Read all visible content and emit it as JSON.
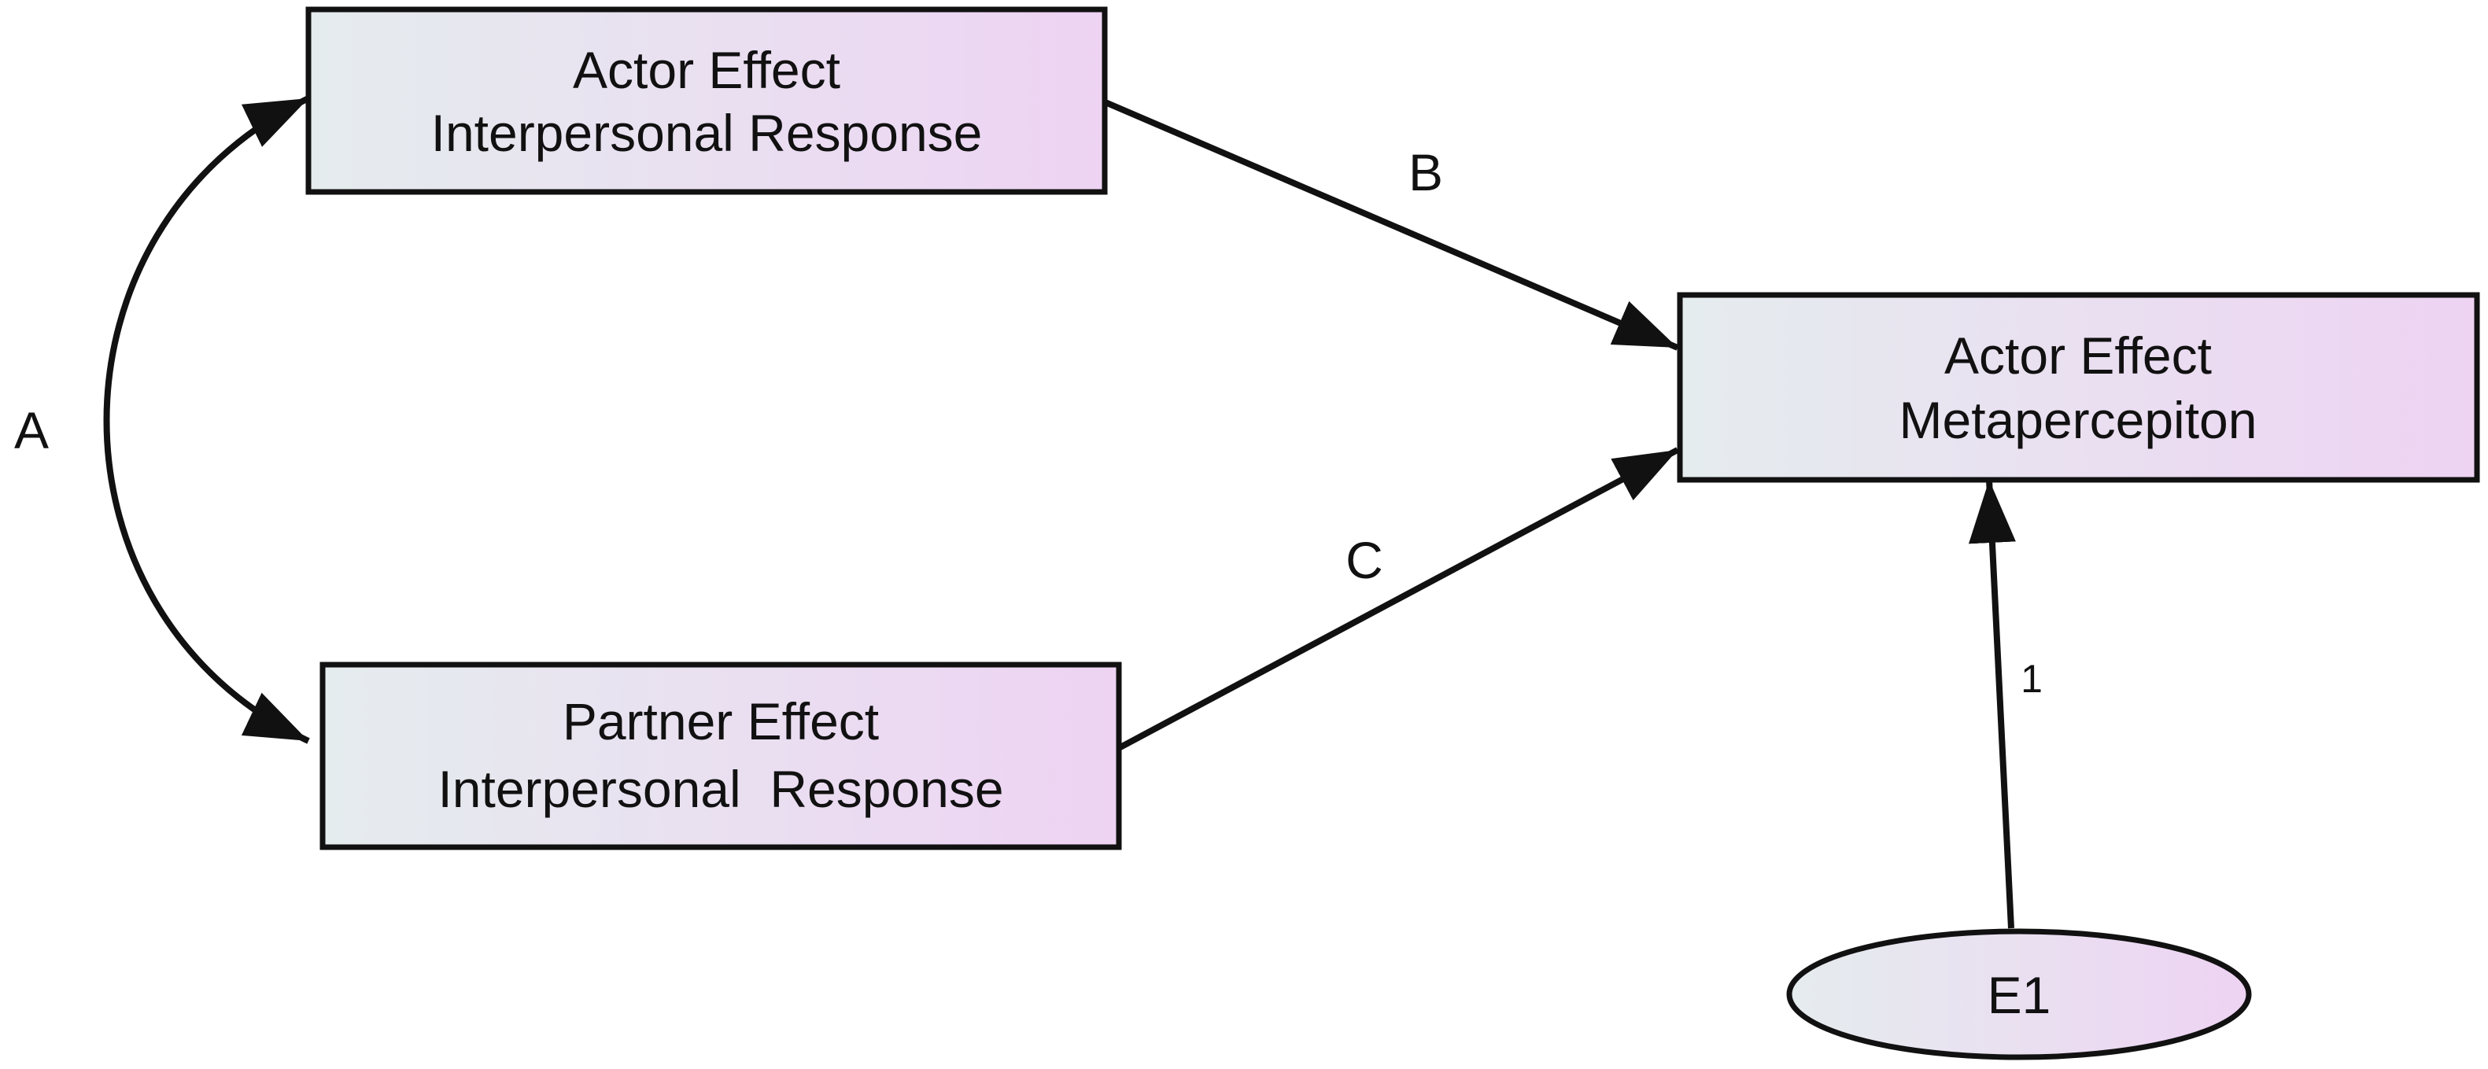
{
  "colors": {
    "box_fill_start": "#e5ecee",
    "box_fill_end": "#eed3f3",
    "stroke": "#111111"
  },
  "nodes": {
    "actor_interpersonal": {
      "line1": "Actor Effect",
      "line2": "Interpersonal Response"
    },
    "partner_interpersonal": {
      "line1": "Partner Effect",
      "line2": "Interpersonal  Response"
    },
    "actor_metaperception": {
      "line1": "Actor Effect",
      "line2": "Metapercepiton"
    },
    "error": {
      "label": "E1"
    }
  },
  "paths": {
    "covariance": "A",
    "actor_to_meta": "B",
    "partner_to_meta": "C",
    "error_to_meta": "1"
  }
}
